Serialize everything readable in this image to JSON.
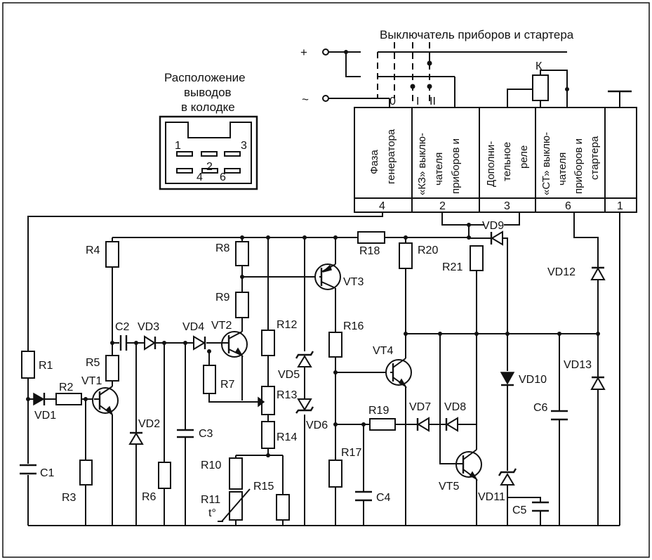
{
  "switch": {
    "title": "Выключатель приборов и стартера",
    "plus": "+",
    "ac": "~",
    "pos0": "0",
    "posI": "I",
    "posII": "II",
    "relay": "К"
  },
  "connector": {
    "title_lines": [
      "Расположение",
      "выводов",
      "в колодке"
    ],
    "pins": [
      "1",
      "2",
      "3",
      "4",
      "6"
    ]
  },
  "block": {
    "columns": [
      {
        "lines": [
          "Фаза",
          "генератора"
        ],
        "pin": "4"
      },
      {
        "lines": [
          "«КЗ» выклю-",
          "чателя",
          "приборов и"
        ],
        "pin": "2"
      },
      {
        "lines": [
          "Дополни-",
          "тельное",
          "реле"
        ],
        "pin": "3"
      },
      {
        "lines": [
          "«СТ» выклю-",
          "чателя",
          "приборов и",
          "стартера"
        ],
        "pin": "6"
      },
      {
        "lines": [],
        "pin": "1"
      }
    ]
  },
  "components": {
    "R1": "R1",
    "R2": "R2",
    "R3": "R3",
    "R4": "R4",
    "R5": "R5",
    "R6": "R6",
    "R7": "R7",
    "R8": "R8",
    "R9": "R9",
    "R10": "R10",
    "R11": "R11",
    "R12": "R12",
    "R13": "R13",
    "R14": "R14",
    "R15": "R15",
    "R16": "R16",
    "R17": "R17",
    "R18": "R18",
    "R19": "R19",
    "R20": "R20",
    "R21": "R21",
    "C1": "C1",
    "C2": "C2",
    "C3": "C3",
    "C4": "C4",
    "C5": "C5",
    "C6": "C6",
    "VD1": "VD1",
    "VD2": "VD2",
    "VD3": "VD3",
    "VD4": "VD4",
    "VD5": "VD5",
    "VD6": "VD6",
    "VD7": "VD7",
    "VD8": "VD8",
    "VD9": "VD9",
    "VD10": "VD10",
    "VD11": "VD11",
    "VD12": "VD12",
    "VD13": "VD13",
    "VT1": "VT1",
    "VT2": "VT2",
    "VT3": "VT3",
    "VT4": "VT4",
    "VT5": "VT5",
    "thermo": "t°"
  }
}
